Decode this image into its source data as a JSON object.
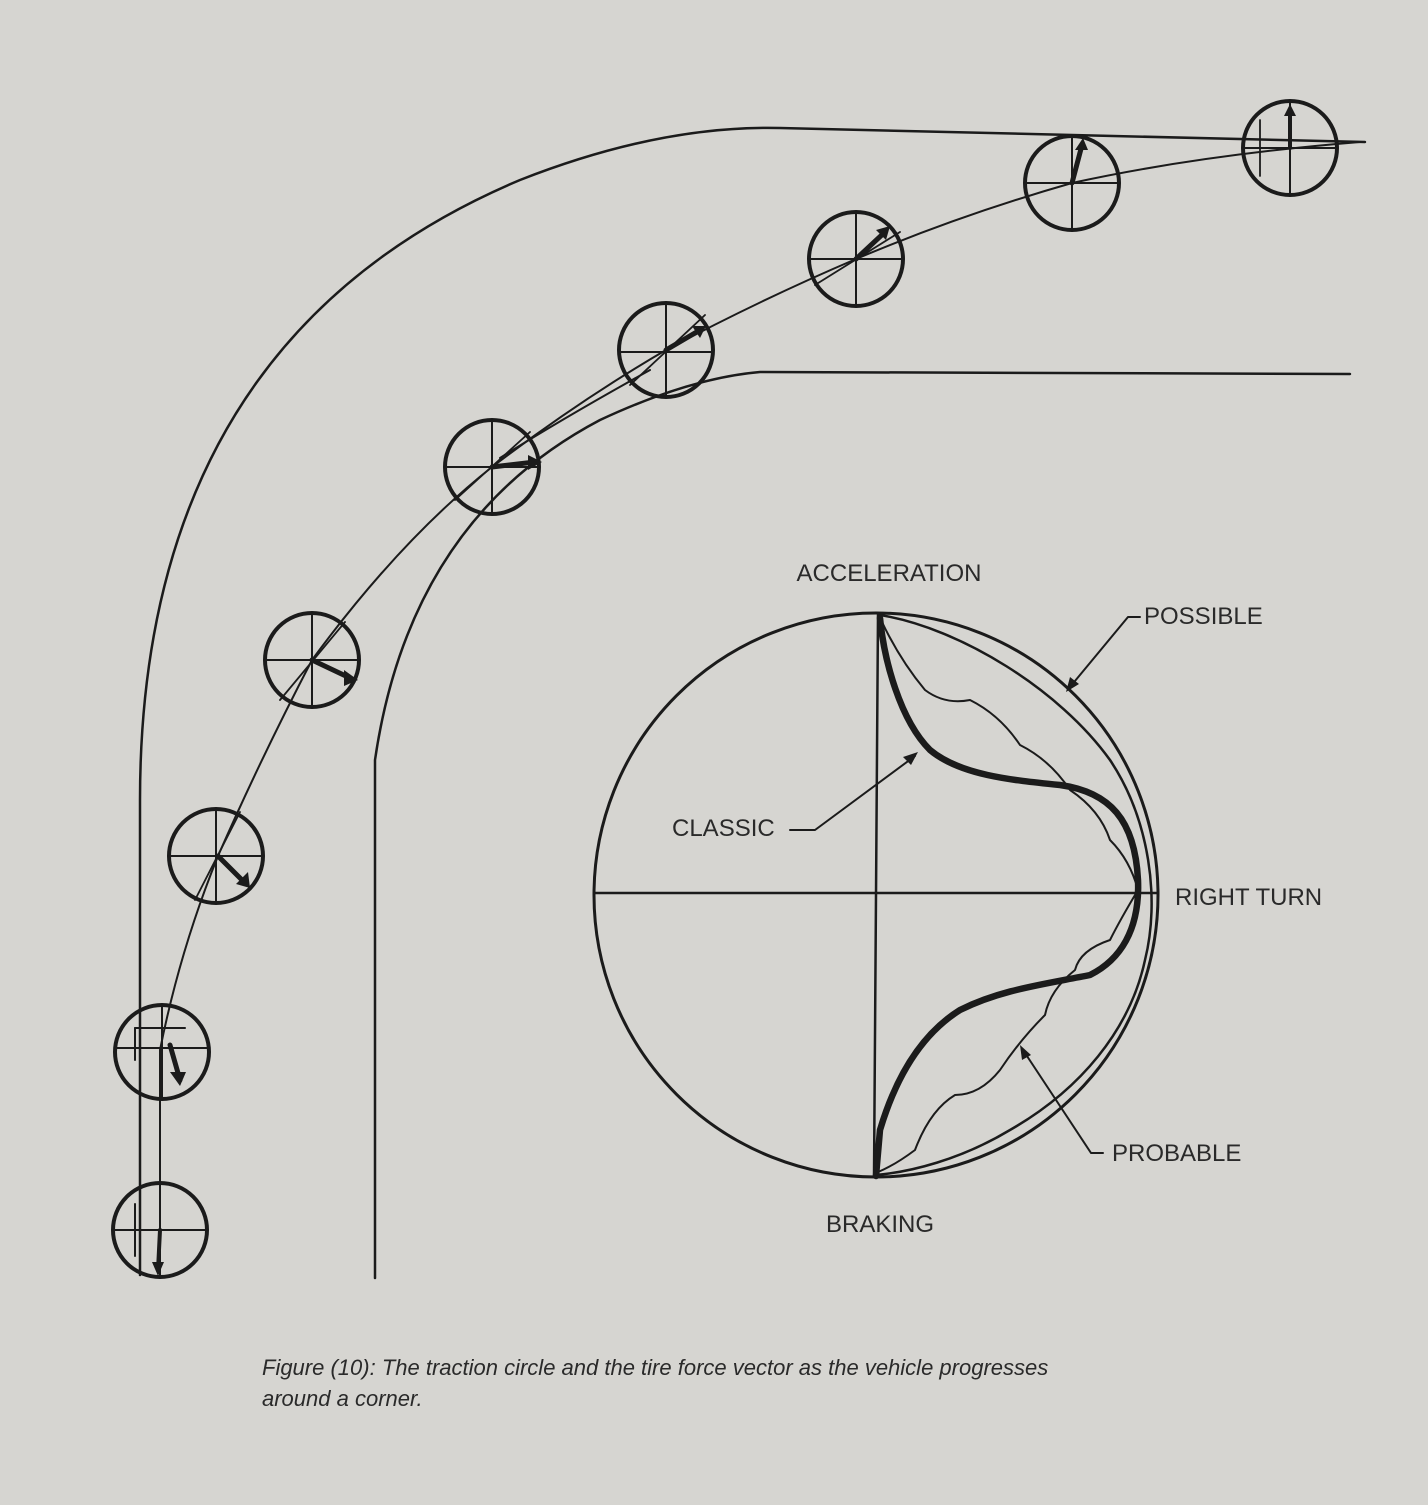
{
  "labels": {
    "acceleration": "ACCELERATION",
    "braking": "BRAKING",
    "right_turn": "RIGHT TURN",
    "classic": "CLASSIC",
    "possible": "POSSIBLE",
    "probable": "PROBABLE"
  },
  "caption": {
    "line1": "Figure (10): The traction circle and the tire force vector as the vehicle progresses",
    "line2": "around a corner."
  },
  "colors": {
    "background": "#d6d5d1",
    "ink": "#1b1b1b"
  }
}
